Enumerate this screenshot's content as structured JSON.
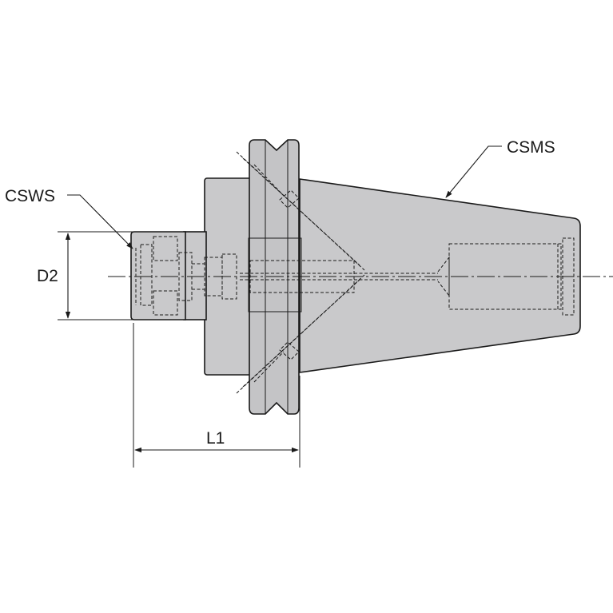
{
  "labels": {
    "csws": "CSWS",
    "csms": "CSMS",
    "d2": "D2",
    "l1": "L1"
  },
  "colors": {
    "body_fill": "#c9c9cb",
    "line": "#1a1a1a",
    "background": "#ffffff"
  }
}
